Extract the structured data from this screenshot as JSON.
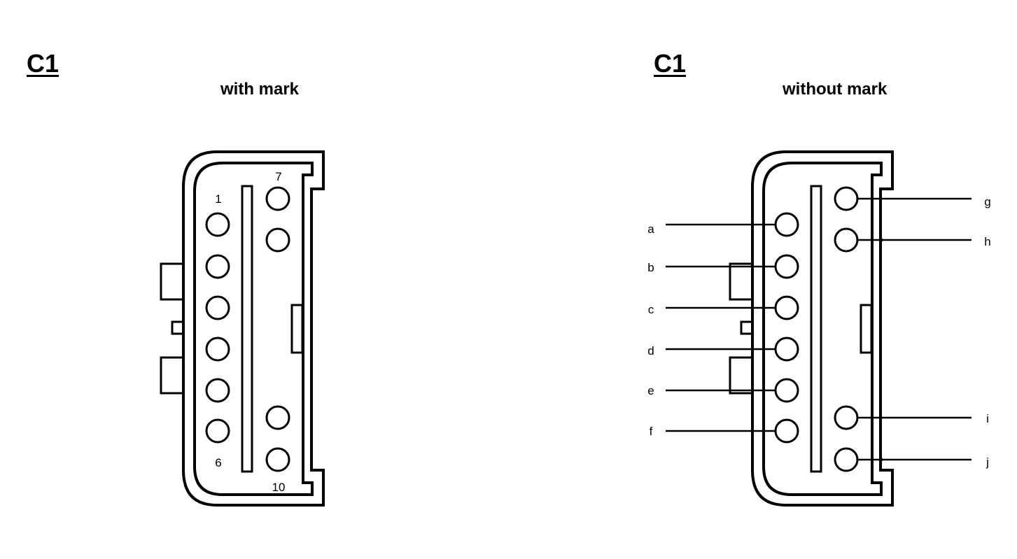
{
  "left_connector": {
    "title": "C1",
    "subtitle": "with mark",
    "pin_numbers": {
      "top_left": "1",
      "bottom_left": "6",
      "top_right": "7",
      "bottom_right": "10"
    }
  },
  "right_connector": {
    "title": "C1",
    "subtitle": "without mark",
    "left_leads": [
      "a",
      "b",
      "c",
      "d",
      "e",
      "f"
    ],
    "right_leads": [
      "g",
      "h",
      "i",
      "j"
    ]
  }
}
